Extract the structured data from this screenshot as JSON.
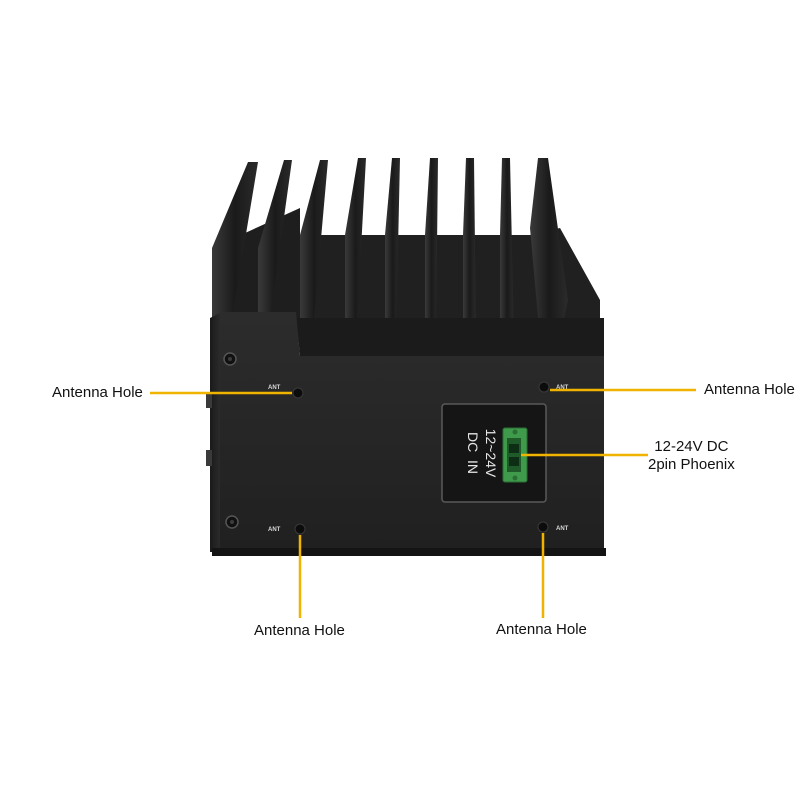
{
  "device": {
    "port_markings": [
      "ANT",
      "ANT",
      "ANT",
      "ANT"
    ],
    "dc_panel": {
      "line1": "12~24V",
      "line2": "DC  IN"
    }
  },
  "callouts": {
    "top_left": "Antenna Hole",
    "top_right": "Antenna Hole",
    "bottom_left": "Antenna Hole",
    "bottom_right": "Antenna Hole",
    "power": {
      "line1": "12-24V DC",
      "line2": "2pin Phoenix"
    }
  },
  "colors": {
    "leader_line": "#f0b400",
    "chassis": "#262626",
    "heatsink": "#1c1c1c",
    "terminal": "#3f9a4c"
  }
}
